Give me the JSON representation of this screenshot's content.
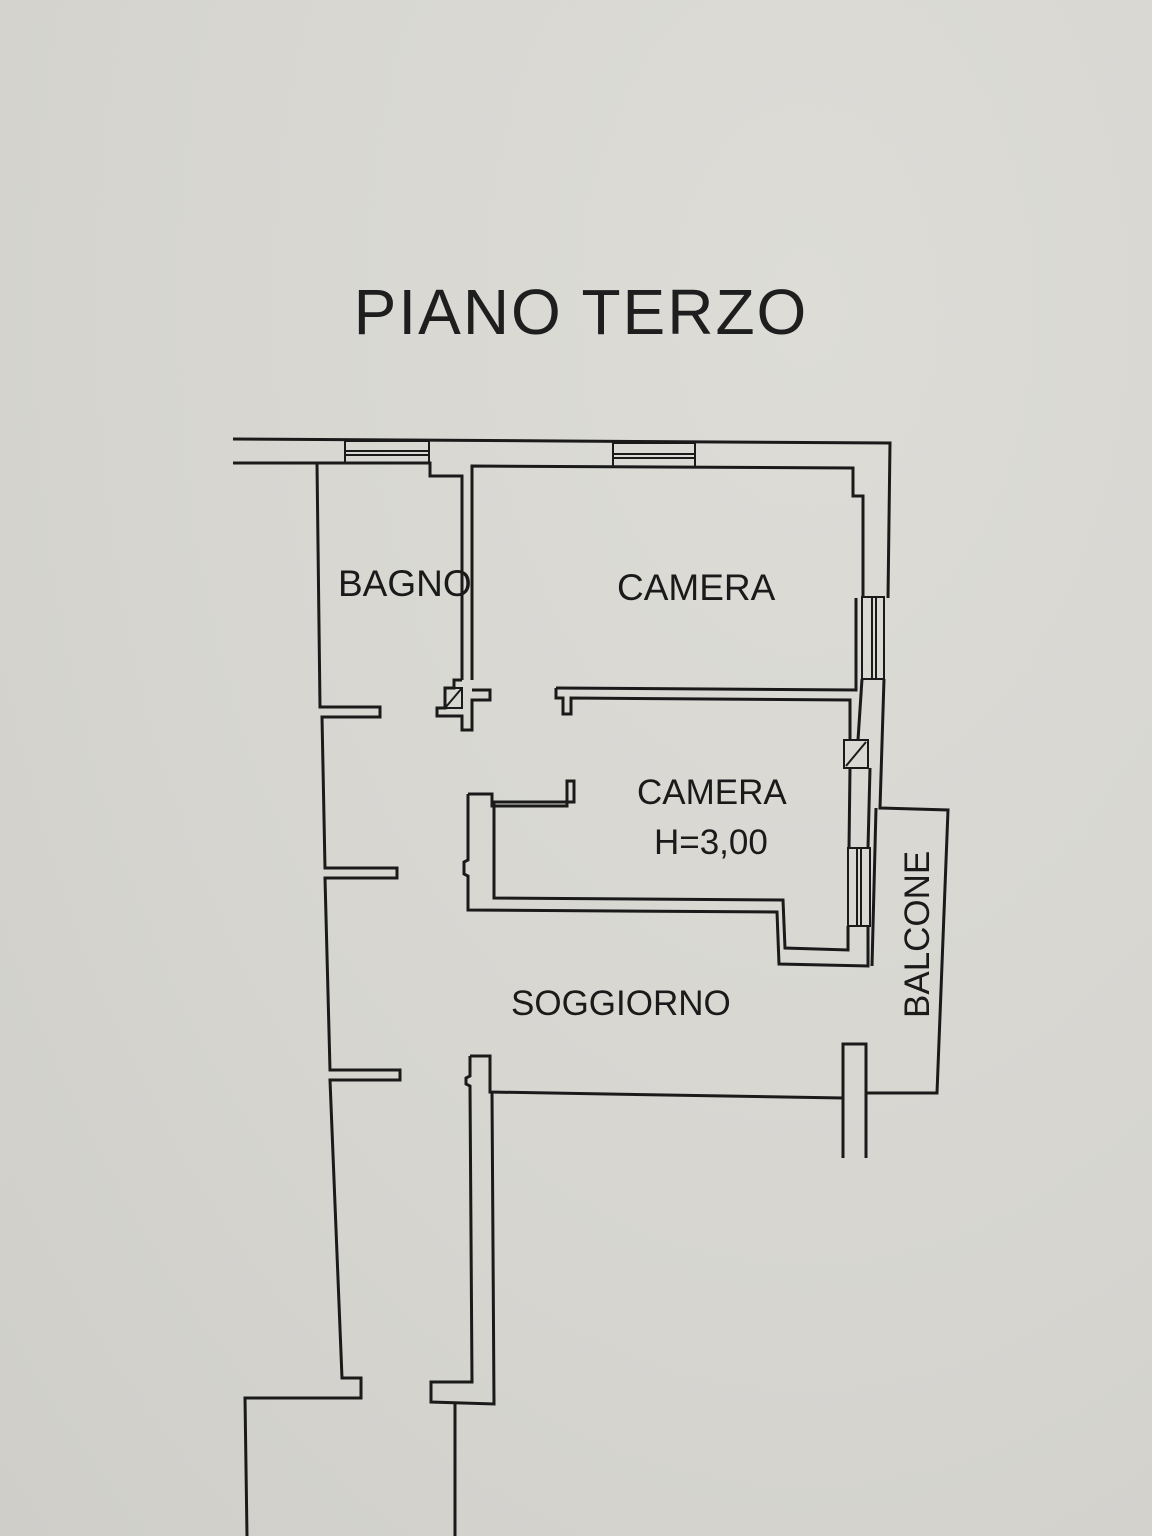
{
  "drawing": {
    "title": "PIANO TERZO",
    "type": "floor plan"
  },
  "rooms": {
    "bagno": {
      "label": "BAGNO"
    },
    "camera_1": {
      "label": "CAMERA"
    },
    "camera_2": {
      "label": "CAMERA",
      "height_note": "H=3,00"
    },
    "soggiorno": {
      "label": "SOGGIORNO"
    },
    "balcone": {
      "label": "BALCONE"
    }
  },
  "colors": {
    "paper": "#d8d7d2",
    "ink": "#1a1a1a"
  }
}
